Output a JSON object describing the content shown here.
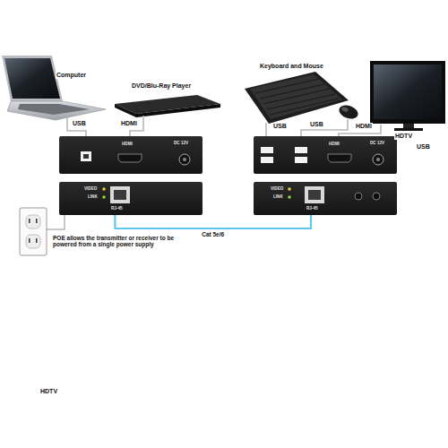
{
  "diagram": {
    "nodes": [
      {
        "text": [
          "HDMI",
          "DC 12V"
        ]
      },
      {
        "text": [
          "HDMI",
          "DC 12V"
        ]
      },
      {
        "text": [
          "VIDEO",
          "LINK",
          "RJ-45"
        ]
      },
      {
        "text": [
          "VIDEO",
          "LINK",
          "RJ-45"
        ]
      }
    ],
    "edges": [
      {
        "from": 2,
        "to": 3,
        "label": "Cat 5e/6",
        "arrow": "none"
      }
    ],
    "labels": [
      "Computer",
      "DVD/Blu-Ray Player",
      "Keyboard and Mouse",
      "HDTV",
      "USB",
      "HDMI",
      "USB",
      "USB",
      "HDMI",
      "USB",
      "POE allows the transmitter or receiver to be powered from a single power supply",
      "HDTV"
    ]
  }
}
